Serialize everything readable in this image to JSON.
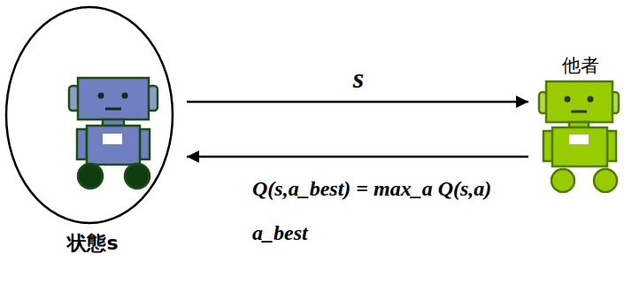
{
  "diagram": {
    "nodes": [
      {
        "text": [
          "状態s"
        ]
      },
      {
        "text": [
          "他者"
        ]
      }
    ],
    "edges": [
      {
        "from": 0,
        "to": 1,
        "arrow": "to",
        "label": "s"
      },
      {
        "from": 1,
        "to": 0,
        "arrow": "to",
        "label": "Q(s,a_best) = max_a Q(s,a)"
      }
    ],
    "labels": [
      "a_best"
    ]
  }
}
